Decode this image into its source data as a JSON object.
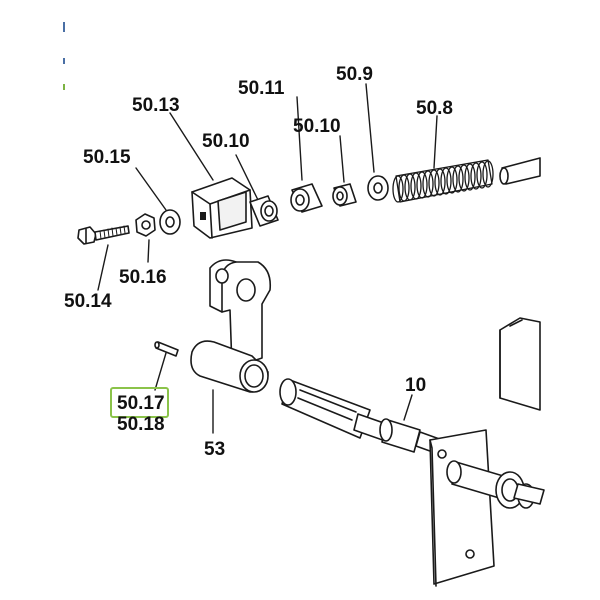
{
  "diagram": {
    "callouts": {
      "c50_13": "50.13",
      "c50_11": "50.11",
      "c50_9": "50.9",
      "c50_8": "50.8",
      "c50_10a": "50.10",
      "c50_10b": "50.10",
      "c50_15": "50.15",
      "c50_16": "50.16",
      "c50_14": "50.14",
      "c50_17": "50.17",
      "c50_18": "50.18",
      "c53": "53",
      "c10": "10"
    },
    "highlighted_callout": "50.17",
    "colors": {
      "line": "#1a1a1a",
      "fill": "#ffffff",
      "shade": "#d9d9d9",
      "highlight": "#8bc34a"
    }
  }
}
